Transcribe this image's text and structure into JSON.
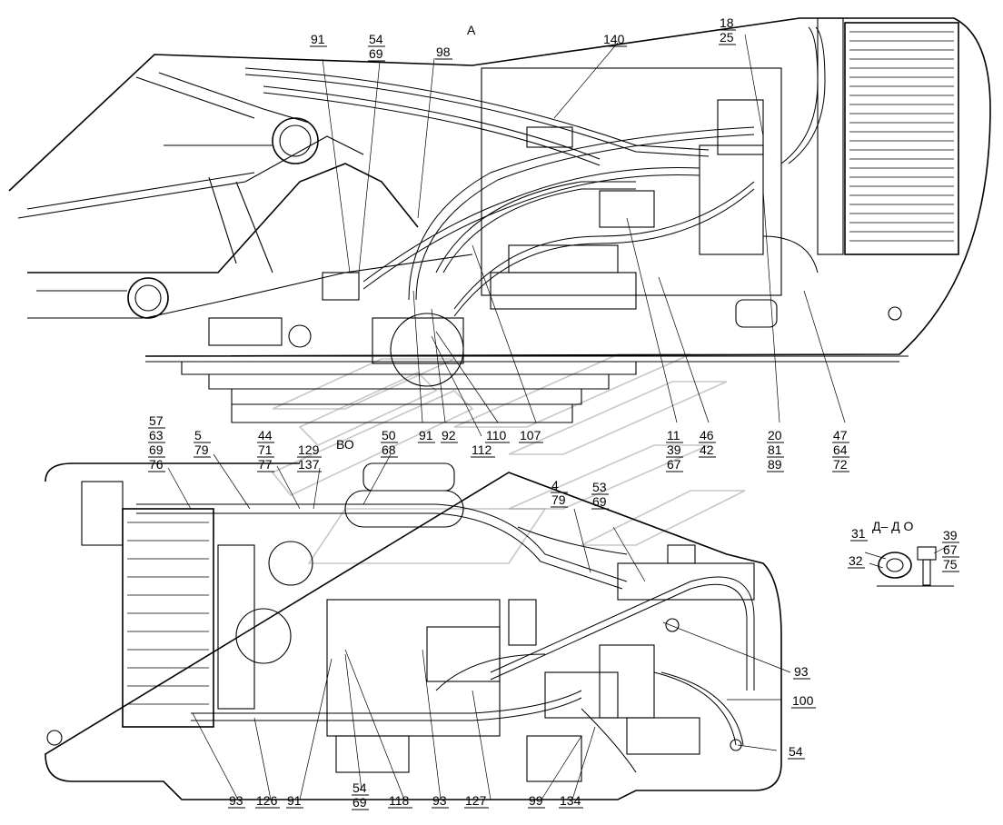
{
  "views": {
    "side_view_label": "А",
    "top_view_label": "ВО",
    "section_title": "Д– Д О"
  },
  "callouts": {
    "c91a": [
      "91"
    ],
    "c54a": [
      "54",
      "69"
    ],
    "c98": [
      "98"
    ],
    "c140": [
      "140"
    ],
    "c18": [
      "18",
      "25"
    ],
    "c91b": [
      "91"
    ],
    "c92": [
      "92"
    ],
    "c112": [
      "112"
    ],
    "c110": [
      "110"
    ],
    "c107": [
      "107"
    ],
    "c11": [
      "11",
      "39",
      "67"
    ],
    "c46": [
      "46",
      "42"
    ],
    "c20": [
      "20",
      "81",
      "89"
    ],
    "c47": [
      "47",
      "64",
      "72"
    ],
    "c57": [
      "57",
      "63",
      "69",
      "76"
    ],
    "c5": [
      "5",
      "79"
    ],
    "c44": [
      "44",
      "71",
      "77"
    ],
    "c129": [
      "129",
      "137"
    ],
    "c50": [
      "50",
      "68"
    ],
    "c4": [
      "4",
      "79"
    ],
    "c53": [
      "53",
      "69"
    ],
    "c93a": [
      "93"
    ],
    "c100": [
      "100"
    ],
    "c54b": [
      "54"
    ],
    "c93b": [
      "93"
    ],
    "c126": [
      "126"
    ],
    "c91c": [
      "91"
    ],
    "c54c": [
      "54",
      "69"
    ],
    "c118": [
      "118"
    ],
    "c93c": [
      "93"
    ],
    "c127": [
      "127"
    ],
    "c99": [
      "99"
    ],
    "c134": [
      "134"
    ],
    "c31": [
      "31"
    ],
    "c32": [
      "32"
    ],
    "c39": [
      "39",
      "67",
      "75"
    ]
  }
}
